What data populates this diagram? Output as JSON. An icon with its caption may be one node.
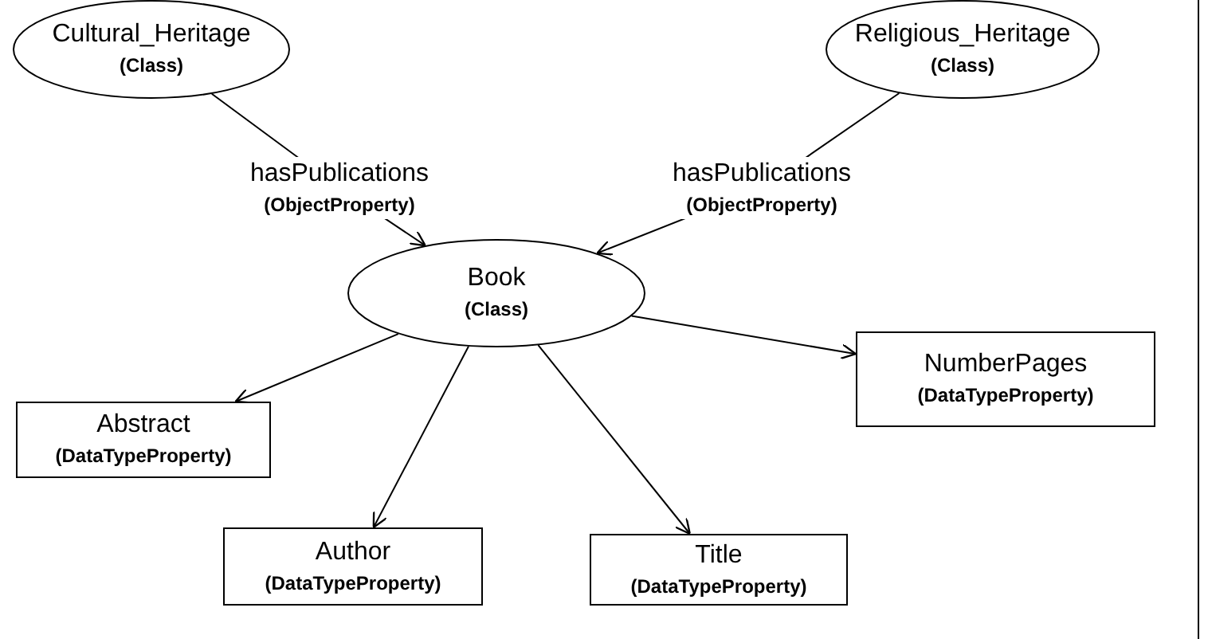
{
  "diagram": {
    "nodes": [
      {
        "text": [
          "Cultural_Heritage",
          "(Class)"
        ]
      },
      {
        "text": [
          "Religious_Heritage",
          "(Class)"
        ]
      },
      {
        "text": [
          "Book",
          "(Class)"
        ]
      },
      {
        "text": [
          "Abstract",
          "(DataTypeProperty)"
        ]
      },
      {
        "text": [
          "NumberPages",
          "(DataTypeProperty)"
        ]
      },
      {
        "text": [
          "Author",
          "(DataTypeProperty)"
        ]
      },
      {
        "text": [
          "Title",
          "(DataTypeProperty)"
        ]
      }
    ],
    "edges": [
      {
        "from": 0,
        "to": 2,
        "arrow": "to",
        "label": "hasPublications **(ObjectProperty)**"
      },
      {
        "from": 1,
        "to": 2,
        "arrow": "to",
        "label": "hasPublications **(ObjectProperty)**"
      },
      {
        "from": 2,
        "to": 3,
        "arrow": "to"
      },
      {
        "from": 2,
        "to": 4,
        "arrow": "to"
      },
      {
        "from": 2,
        "to": 5,
        "arrow": "to"
      },
      {
        "from": 2,
        "to": 6,
        "arrow": "to"
      }
    ]
  }
}
